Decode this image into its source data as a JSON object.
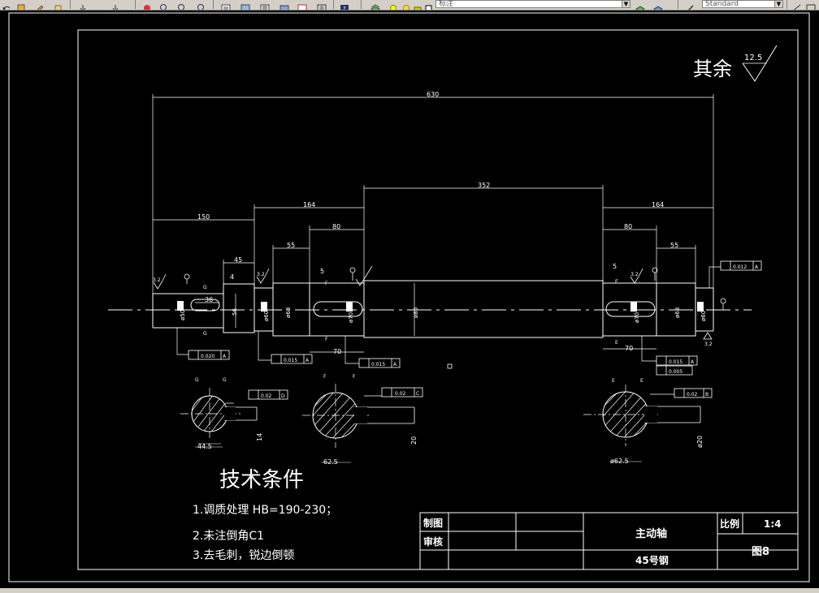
{
  "toolbar": {
    "layer_combo": "标注",
    "style_combo": "Standard"
  },
  "drawing": {
    "surface_note": "其余",
    "roughness_default": "12.5",
    "dims": {
      "total": "630",
      "left_section": "150",
      "left_step": "164",
      "center": "352",
      "right_step": "164",
      "left_key_len": "80",
      "right_key_len": "80",
      "left_55": "55",
      "right_55": "55",
      "d45": "45",
      "d36": "36",
      "d4": "4",
      "d5_left": "5",
      "d5_right": "5",
      "d70_left": "70",
      "d70_right": "70",
      "phi50": "ø50",
      "d56": "56",
      "phi60_a": "ø60",
      "phi68_a": "ø68",
      "phi70_a": "ø70",
      "phi80": "ø80",
      "phi70_b": "ø70",
      "phi68_b": "ø68",
      "phi60_b": "ø60"
    },
    "tolerances": {
      "runout_1": "0.020",
      "runout_2": "0.015",
      "runout_3": "0.015",
      "runout_4": "0.015",
      "runout_right": "0.012",
      "cyl": "0.005",
      "sym_c": "0.02",
      "sym_d": "0.02",
      "sym_e": "0.02"
    },
    "datum": {
      "a": "A",
      "b": "B",
      "c": "C",
      "d": "D",
      "e": "E",
      "f": "F",
      "g": "G"
    },
    "roughness_small": "3.2",
    "sections": {
      "s1_width": "44.5",
      "s1_key": "14",
      "s2_width": "62.5",
      "s2_key": "20",
      "s3_width": "ø62.5",
      "s3_key": "ø20"
    }
  },
  "tech": {
    "title": "技术条件",
    "items": [
      "1.调质处理 HB=190-230；",
      "2.未注倒角C1",
      "3.去毛刺，锐边倒顿"
    ]
  },
  "titleblock": {
    "draw_label": "制图",
    "review_label": "审核",
    "part_name": "主动轴",
    "material": "45号钢",
    "scale_label": "比例",
    "scale_value": "1:4",
    "drawing_no": "图8"
  }
}
